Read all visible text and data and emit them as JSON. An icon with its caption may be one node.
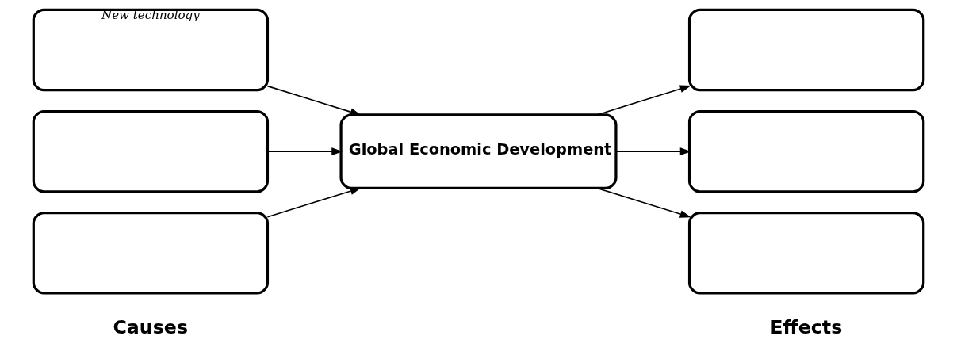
{
  "diagram": {
    "nodes": [
      {
        "text": [
          "New technology"
        ]
      },
      {
        "text": [],
        "shape": "box"
      },
      {
        "text": [],
        "shape": "box"
      },
      {
        "text": [
          "Global Economic Development"
        ]
      },
      {
        "text": [],
        "shape": "box"
      },
      {
        "text": [],
        "shape": "box"
      },
      {
        "text": [],
        "shape": "box"
      }
    ],
    "edges": [
      {
        "from": 0,
        "to": 3,
        "arrow": "to"
      },
      {
        "from": 1,
        "to": 3,
        "arrow": "to"
      },
      {
        "from": 2,
        "to": 3,
        "arrow": "to"
      },
      {
        "from": 3,
        "to": 4,
        "arrow": "to"
      },
      {
        "from": 3,
        "to": 5,
        "arrow": "to"
      },
      {
        "from": 3,
        "to": 6,
        "arrow": "to"
      }
    ],
    "labels": [
      "Causes",
      "Effects"
    ]
  }
}
